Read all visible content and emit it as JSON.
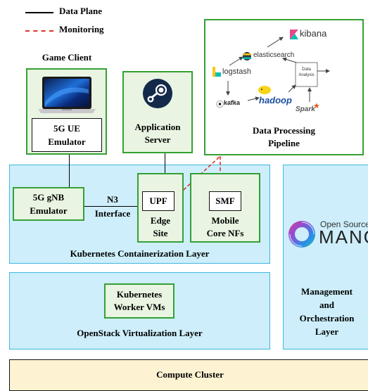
{
  "legend": {
    "data_plane": "Data Plane",
    "monitoring": "Monitoring"
  },
  "game_client": {
    "title": "Game Client",
    "ue_emulator_line1": "5G UE",
    "ue_emulator_line2": "Emulator"
  },
  "app_server": {
    "line1": "Application",
    "line2": "Server"
  },
  "pipeline": {
    "title_line1": "Data Processing",
    "title_line2": "Pipeline",
    "kibana": "kibana",
    "elasticsearch": "elasticsearch",
    "logstash": "logstash",
    "kafka": "kafka",
    "hadoop": "hadoop",
    "spark": "Spark",
    "data_analysis_line1": "Data",
    "data_analysis_line2": "Analysis"
  },
  "k8s_layer": {
    "title": "Kubernetes Containerization Layer",
    "gnb_line1": "5G gNB",
    "gnb_line2": "Emulator",
    "n3_line1": "N3",
    "n3_line2": "Interface",
    "upf": "UPF",
    "edge_line1": "Edge",
    "edge_line2": "Site",
    "smf": "SMF",
    "core_line1": "Mobile",
    "core_line2": "Core NFs"
  },
  "openstack_layer": {
    "title": "OpenStack Virtualization Layer",
    "workers_line1": "Kubernetes",
    "workers_line2": "Worker VMs"
  },
  "mano": {
    "brand_line1": "Open Source",
    "brand_line2": "MANO",
    "label_line1": "Management",
    "label_line2": "and",
    "label_line3": "Orchestration",
    "label_line4": "Layer"
  },
  "compute": {
    "title": "Compute Cluster"
  },
  "colors": {
    "layer_fill": "#cdeefa",
    "layer_border": "#3fb8e0",
    "green_border": "#35a035",
    "compute_fill": "#fdf3d3",
    "monitoring_line": "#e0312a"
  }
}
